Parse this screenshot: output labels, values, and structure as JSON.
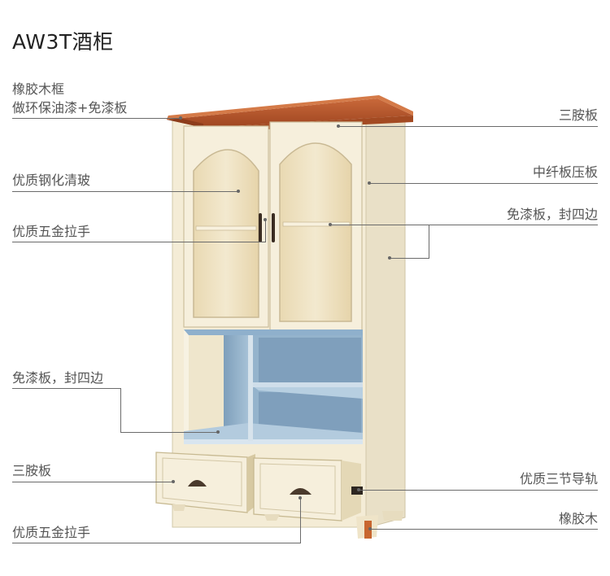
{
  "title": "AW3T酒柜",
  "labels": {
    "left": [
      {
        "id": "rubberwood-frame",
        "lines": [
          "橡胶木框",
          "做环保油漆+免漆板"
        ]
      },
      {
        "id": "tempered-glass",
        "lines": [
          "优质钢化清玻"
        ]
      },
      {
        "id": "door-handle",
        "lines": [
          "优质五金拉手"
        ]
      },
      {
        "id": "paint-free-board-left",
        "lines": [
          "免漆板，封四边"
        ]
      },
      {
        "id": "plywood-left",
        "lines": [
          "三胺板"
        ]
      },
      {
        "id": "drawer-handle",
        "lines": [
          "优质五金拉手"
        ]
      }
    ],
    "right": [
      {
        "id": "plywood-right",
        "lines": [
          "三胺板"
        ]
      },
      {
        "id": "mdf-board",
        "lines": [
          "中纤板压板"
        ]
      },
      {
        "id": "paint-free-board-right",
        "lines": [
          "免漆板，封四边"
        ]
      },
      {
        "id": "drawer-slide",
        "lines": [
          "优质三节导轨"
        ]
      },
      {
        "id": "rubberwood-foot",
        "lines": [
          "橡胶木"
        ]
      }
    ]
  },
  "colors": {
    "top_wood": "#b8582a",
    "cabinet_cream": "#f4ecd6",
    "glass": "#eee1bf",
    "interior_blue": "#8fafc8",
    "leader_line": "#6b6b6b"
  }
}
